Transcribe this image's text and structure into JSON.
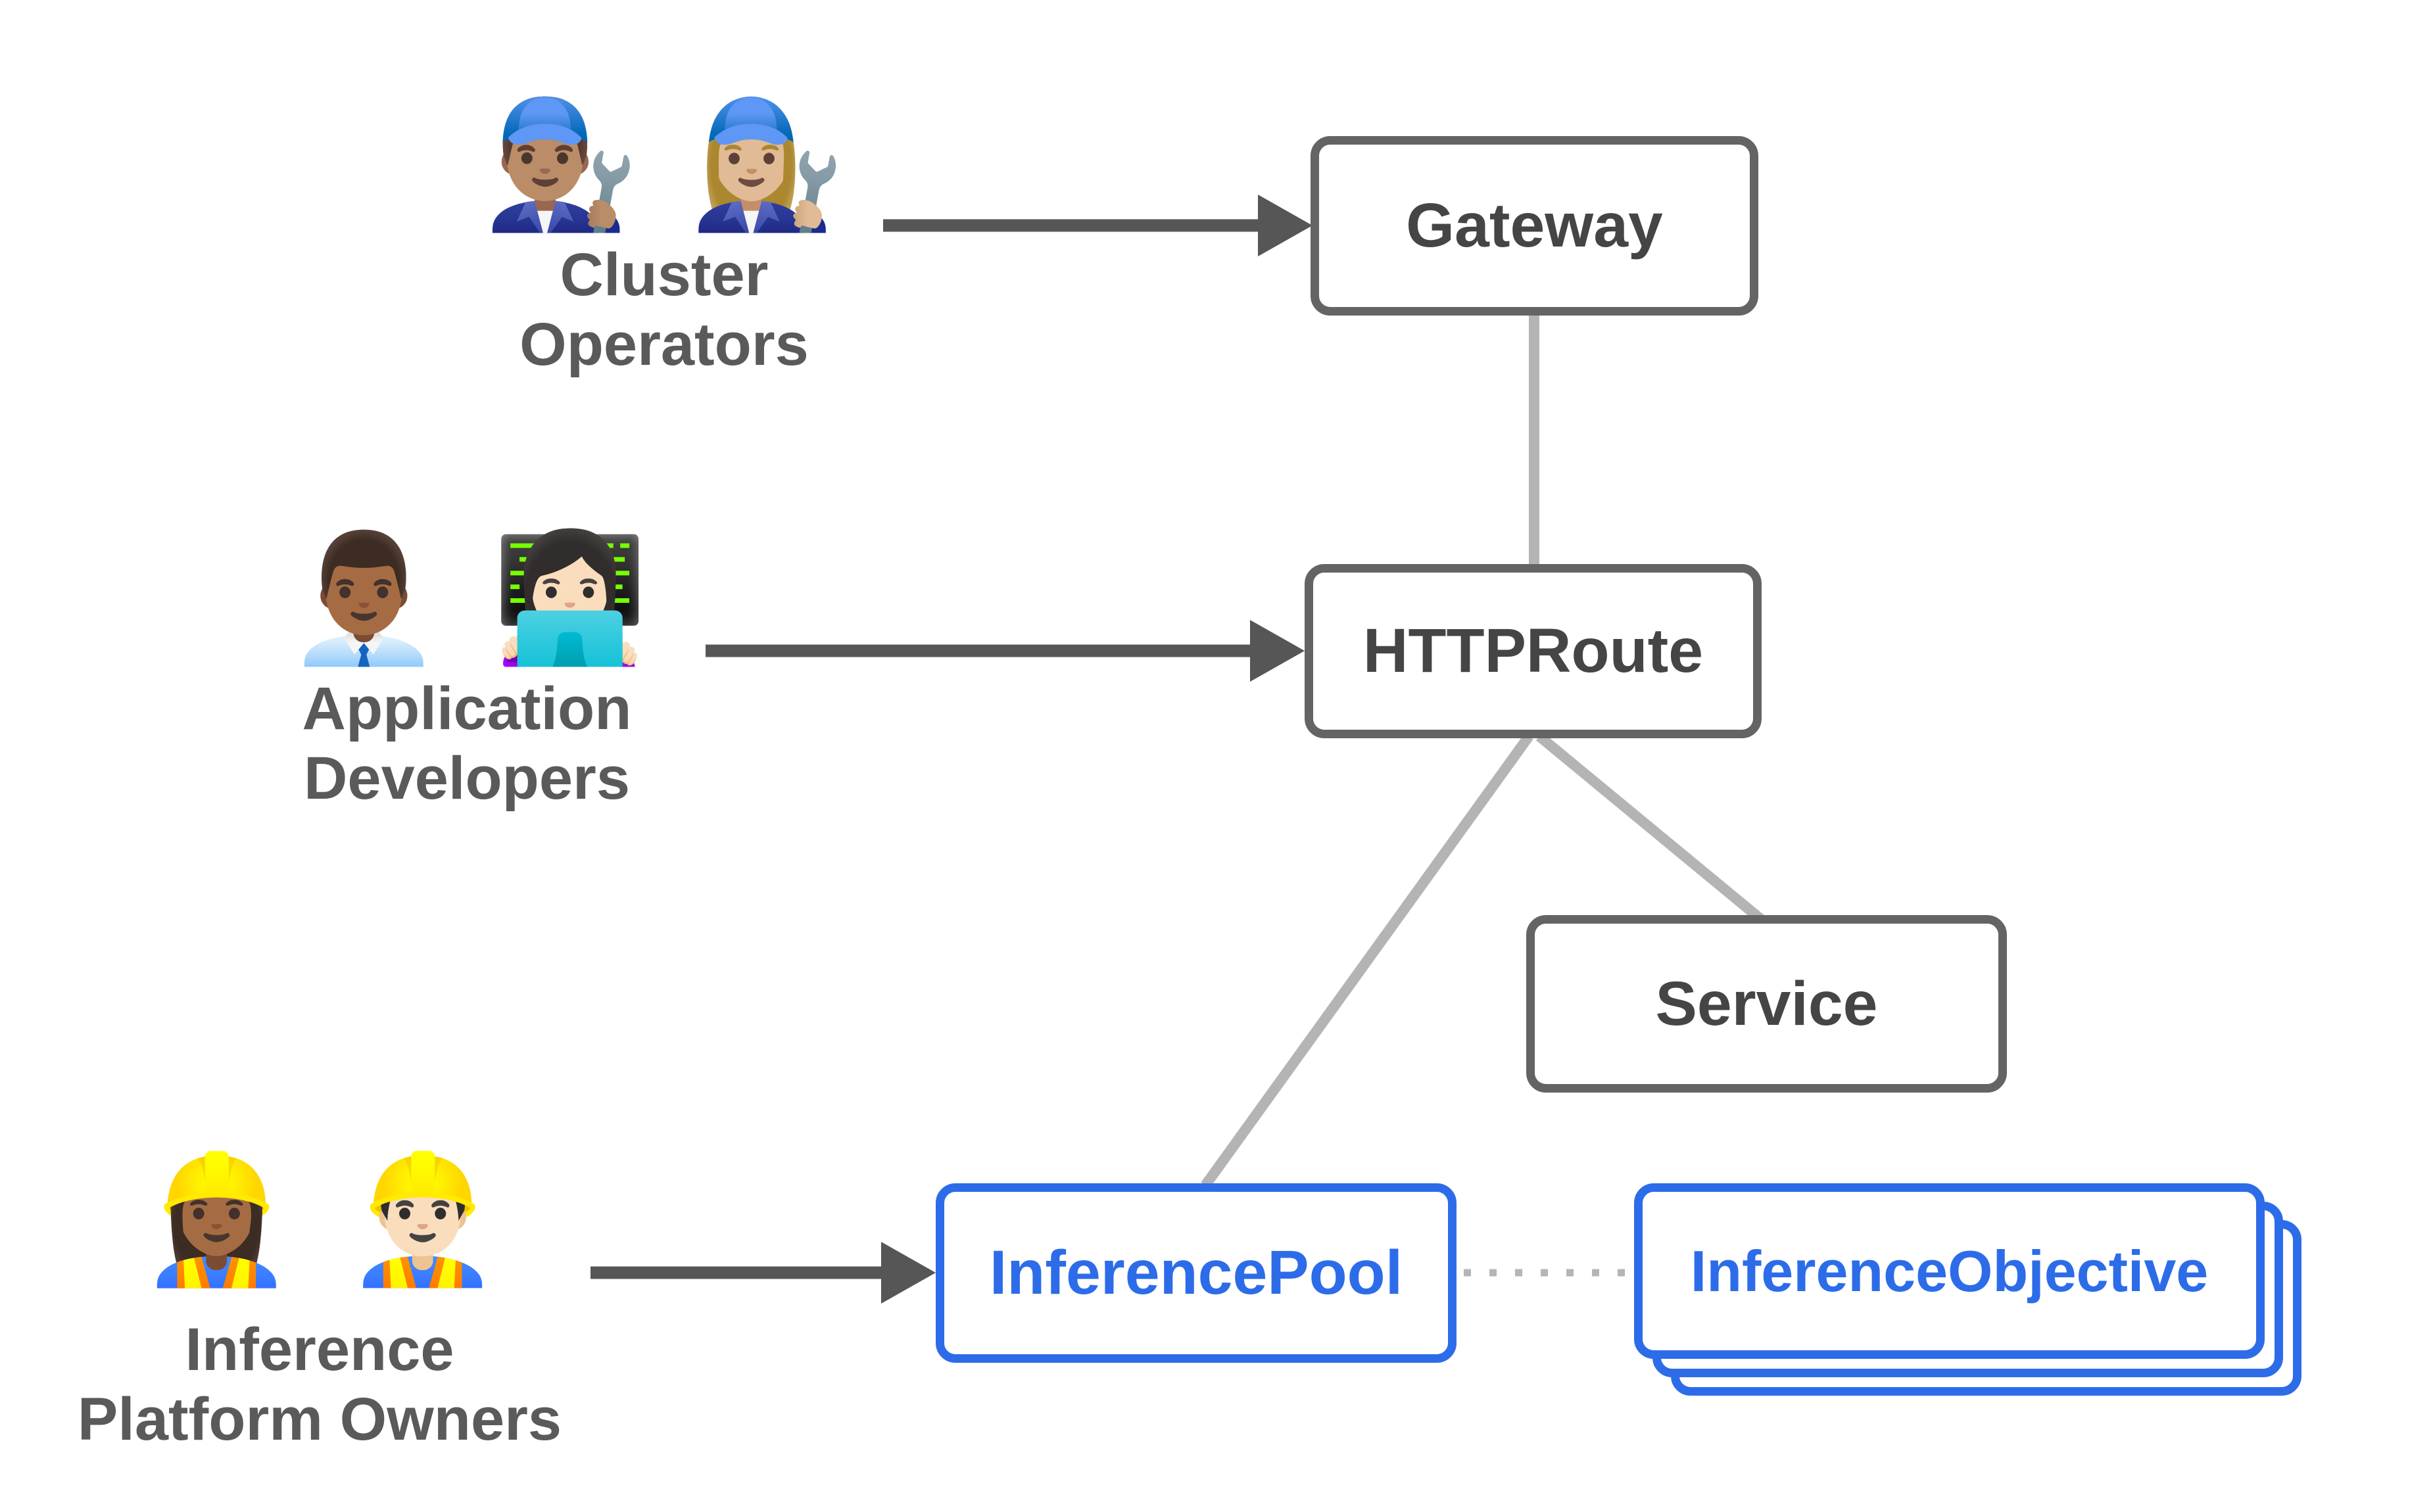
{
  "diagram": {
    "personas": [
      {
        "name": "cluster-operators",
        "label_line1": "Cluster",
        "label_line2": "Operators",
        "emojis": [
          {
            "name": "man-mechanic-emoji",
            "char": "👨🏽‍🔧"
          },
          {
            "name": "woman-mechanic-emoji",
            "char": "👩🏼‍🔧"
          }
        ]
      },
      {
        "name": "application-developers",
        "label_line1": "Application",
        "label_line2": "Developers",
        "emojis": [
          {
            "name": "man-office-worker-emoji",
            "char": "👨🏾‍💼"
          },
          {
            "name": "woman-technologist-emoji",
            "char": "👩🏻‍💻"
          }
        ]
      },
      {
        "name": "inference-platform-owners",
        "label_line1": "Inference",
        "label_line2": "Platform Owners",
        "emojis": [
          {
            "name": "woman-construction-worker-emoji",
            "char": "👷🏾‍♀️"
          },
          {
            "name": "man-construction-worker-emoji",
            "char": "👷🏻‍♂️"
          }
        ]
      }
    ],
    "nodes": [
      {
        "name": "gateway",
        "label": "Gateway",
        "style": "gray"
      },
      {
        "name": "httproute",
        "label": "HTTPRoute",
        "style": "gray"
      },
      {
        "name": "service",
        "label": "Service",
        "style": "gray"
      },
      {
        "name": "inferencepool",
        "label": "InferencePool",
        "style": "blue"
      },
      {
        "name": "inferenceobjective",
        "label": "InferenceObjective",
        "style": "blue-stacked"
      }
    ],
    "edges": [
      {
        "from": "cluster-operators",
        "to": "gateway",
        "type": "solid-arrow"
      },
      {
        "from": "application-developers",
        "to": "httproute",
        "type": "solid-arrow"
      },
      {
        "from": "inference-platform-owners",
        "to": "inferencepool",
        "type": "solid-arrow"
      },
      {
        "from": "gateway",
        "to": "httproute",
        "type": "plain-line"
      },
      {
        "from": "httproute",
        "to": "inferencepool",
        "type": "plain-line"
      },
      {
        "from": "httproute",
        "to": "service",
        "type": "plain-line"
      },
      {
        "from": "inferencepool",
        "to": "inferenceobjective",
        "type": "dotted-line"
      }
    ],
    "colors": {
      "background": "#ffffff",
      "node_border_gray": "#646464",
      "node_label_gray": "#454545",
      "persona_label_gray": "#5a5a5a",
      "connector_light_gray": "#b4b4b4",
      "arrow_dark_gray": "#565656",
      "accent_blue": "#2d6ce9",
      "dotted_line_gray": "#b5b5b5"
    }
  }
}
